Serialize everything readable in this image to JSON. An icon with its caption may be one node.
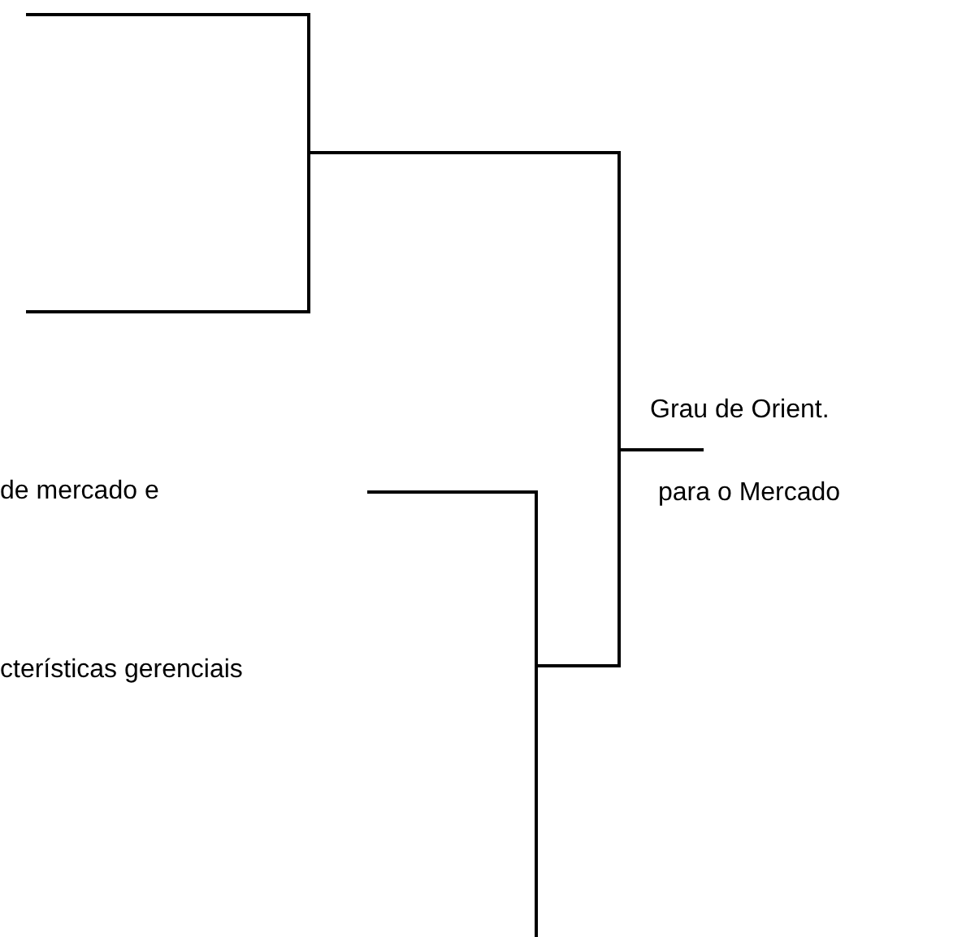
{
  "diagram": {
    "labels": [
      "Grau de Orient.",
      "de mercado e",
      "para o Mercado",
      "cterísticas gerenciais"
    ]
  }
}
